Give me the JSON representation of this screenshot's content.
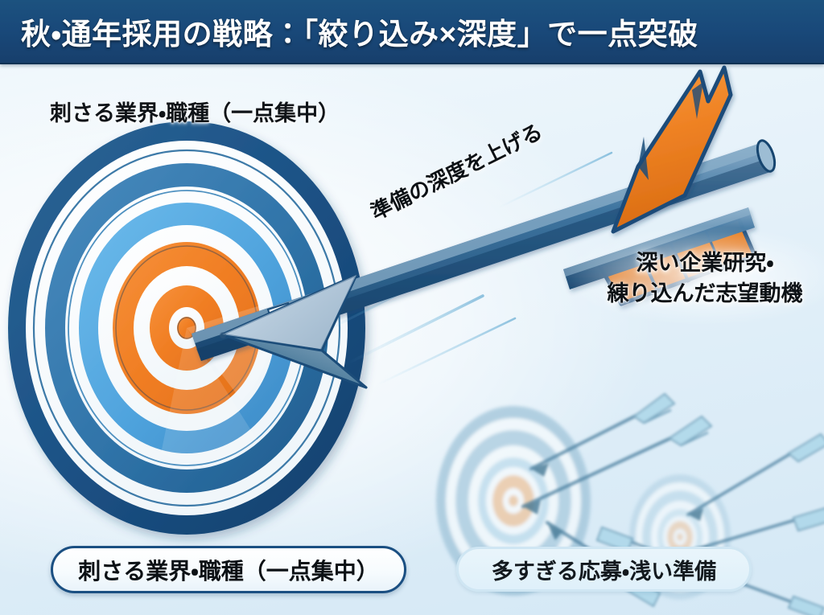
{
  "header": {
    "title": "秋・通年採用の戦略：「絞り込み×深度」で一点突破"
  },
  "labels": {
    "top_left": "刺さる業界・職種（一点集中）",
    "diagonal_arrow": "準備の深度を上げる",
    "right_line1": "深い企業研究・",
    "right_line2": "練り込んだ志望動機"
  },
  "pills": {
    "good": "刺さる業界・職種（一点集中）",
    "bad": "多すぎる応募・浅い準備"
  },
  "icons": {
    "main_target": "target-bullseye-icon",
    "main_arrow": "arrow-struck-center-icon",
    "small_target_mid": "faded-target-icon",
    "small_target_right": "faded-target-icon",
    "scattered_arrows": "scattered-arrows-icon"
  },
  "colors": {
    "header_navy": "#19497a",
    "ring_dark_blue": "#1a5084",
    "ring_mid_blue": "#3a7fb5",
    "ring_light_blue": "#54a8de",
    "ring_orange": "#f07d22",
    "ring_white": "#ffffff",
    "background_light": "#e8f3fa",
    "arrow_steel": "#7d9cb5",
    "fletching_orange": "#ef8224",
    "faded_blue": "#9dc2d8",
    "faded_orange": "#f0c49a"
  }
}
